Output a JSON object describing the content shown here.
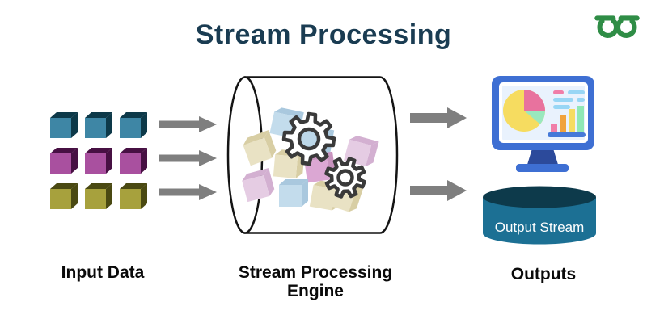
{
  "title": "Stream Processing",
  "logo": {
    "alt": "GeeksforGeeks logo"
  },
  "stages": {
    "input": {
      "label": "Input Data",
      "cube_rows": 3,
      "cube_cols": 3
    },
    "engine": {
      "label": [
        "Stream Processing",
        "Engine"
      ]
    },
    "output": {
      "label": "Outputs",
      "stream_label": "Output Stream"
    }
  },
  "colors": {
    "title": "#1A3C52",
    "label": "#0A0A0A",
    "logo_green": "#2F8D46",
    "arrow": "#7F7F7F",
    "outline": "#141414",
    "cube_blue_face": "#3E86A5",
    "cube_blue_depth": "#0D3949",
    "cube_purple_face": "#A9509F",
    "cube_purple_depth": "#471043",
    "cube_olive_face": "#A7A13D",
    "cube_olive_depth": "#4A4912",
    "pastel_tan": "#E9E2C4",
    "pastel_tan_depth": "#D8CEA4",
    "pastel_blue": "#C3DCEC",
    "pastel_blue_depth": "#A9C8DE",
    "pastel_lav": "#E5CCE3",
    "pastel_lav_depth": "#D3B0D1",
    "pastel_pink": "#DBA7D3",
    "pastel_pink_depth": "#C893BE",
    "gear_outline": "#3A3A3A",
    "gear_hole": "#BCD7E8",
    "monitor_frame": "#3E6FD3",
    "monitor_screen": "#E9F2FD",
    "monitor_stand": "#2C4A9B",
    "pie_yellow": "#F6DC60",
    "pie_pink": "#E8729E",
    "pie_green": "#99E8BE",
    "bar_pink": "#F07EA8",
    "bar_orange": "#F0A23C",
    "bar_yellow": "#F6DC60",
    "bar_green": "#8FE8B5",
    "chart_base": "#4579D8",
    "dash_blue": "#98D6F5",
    "dash_pink": "#F07EA8",
    "db_body": "#1C7094",
    "db_top": "#0D3A4B",
    "db_text": "#FFFFFF"
  }
}
